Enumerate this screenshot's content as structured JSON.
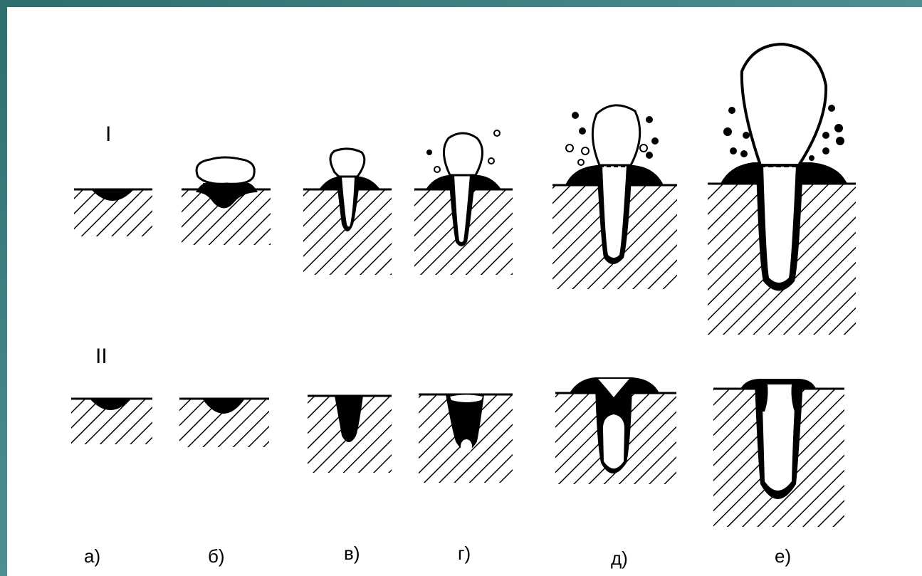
{
  "frame": {
    "accent_color": "#2d6f6f",
    "accent_color_2": "#4e8f92"
  },
  "rows": [
    {
      "id": "I",
      "label": "I"
    },
    {
      "id": "II",
      "label": "II"
    }
  ],
  "columns": [
    {
      "id": "a",
      "label": "а)"
    },
    {
      "id": "b",
      "label": "б)"
    },
    {
      "id": "v",
      "label": "в)"
    },
    {
      "id": "g",
      "label": "г)"
    },
    {
      "id": "d",
      "label": "д)"
    },
    {
      "id": "e",
      "label": "е)"
    }
  ]
}
